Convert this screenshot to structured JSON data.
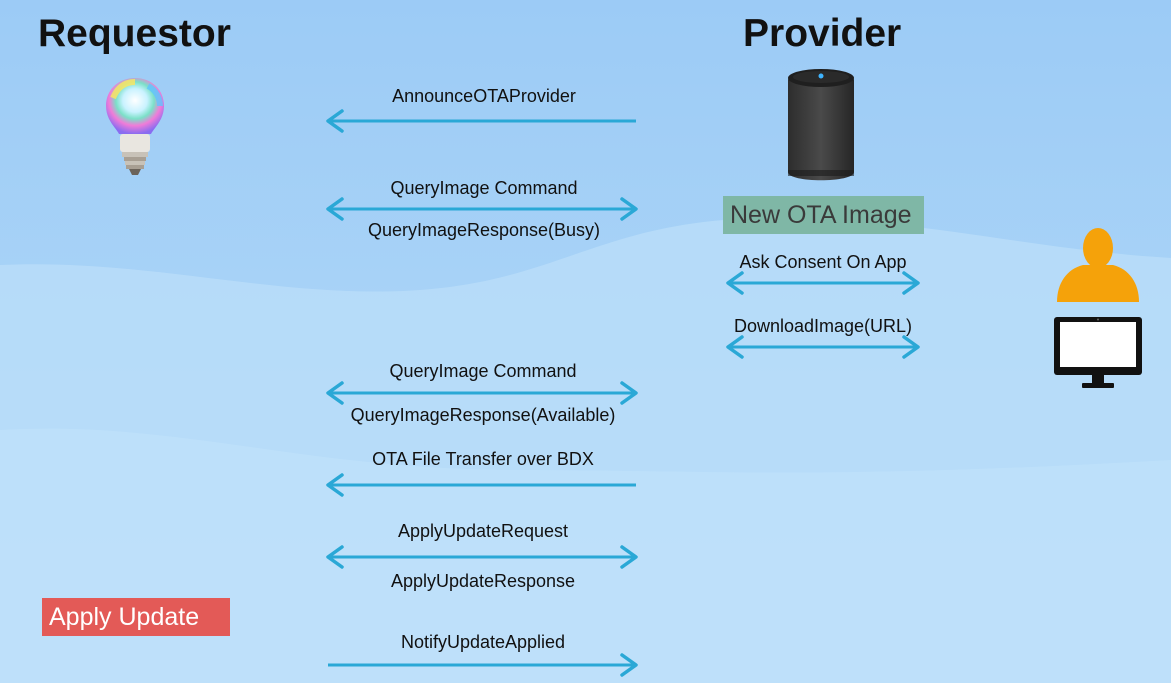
{
  "actors": {
    "requestor": "Requestor",
    "provider": "Provider"
  },
  "messages": {
    "announce": "AnnounceOTAProvider",
    "query1_cmd": "QueryImage Command",
    "query1_resp": "QueryImageResponse(Busy)",
    "consent": "Ask Consent On App",
    "download": "DownloadImage(URL)",
    "query2_cmd": "QueryImage Command",
    "query2_resp": "QueryImageResponse(Available)",
    "transfer": "OTA File Transfer over BDX",
    "apply_req": "ApplyUpdateRequest",
    "apply_resp": "ApplyUpdateResponse",
    "notify": "NotifyUpdateApplied"
  },
  "badges": {
    "new_image": "New OTA Image",
    "apply_update": "Apply Update"
  },
  "colors": {
    "arrow": "#2aa8d6",
    "new_image_bg": "#7fb7a6",
    "apply_update_bg": "#e35a57",
    "person": "#f5a20a"
  },
  "icons": [
    "light-bulb-icon",
    "smart-speaker-icon",
    "person-icon",
    "monitor-icon"
  ]
}
